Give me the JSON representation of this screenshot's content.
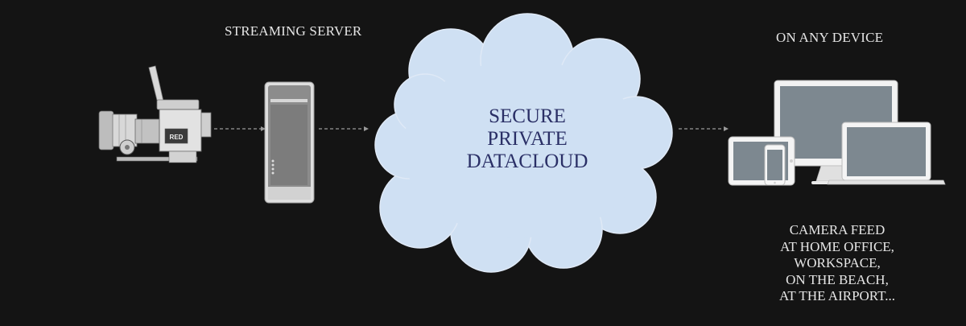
{
  "labels": {
    "streaming_server": "STREAMING SERVER",
    "on_any_device": "ON ANY DEVICE"
  },
  "cloud": {
    "lines": [
      "SECURE",
      "PRIVATE",
      "DATACLOUD"
    ],
    "fill_color": "#cfe0f3",
    "text_color": "#2a2f66"
  },
  "caption": {
    "lines": [
      "CAMERA FEED",
      "AT HOME OFFICE,",
      "WORKSPACE,",
      "ON THE BEACH,",
      "AT THE AIRPORT..."
    ]
  },
  "camera": {
    "brand_text": "RED"
  },
  "colors": {
    "background": "#141414",
    "connector": "#9a9a9a",
    "text": "#e6e6e6"
  }
}
